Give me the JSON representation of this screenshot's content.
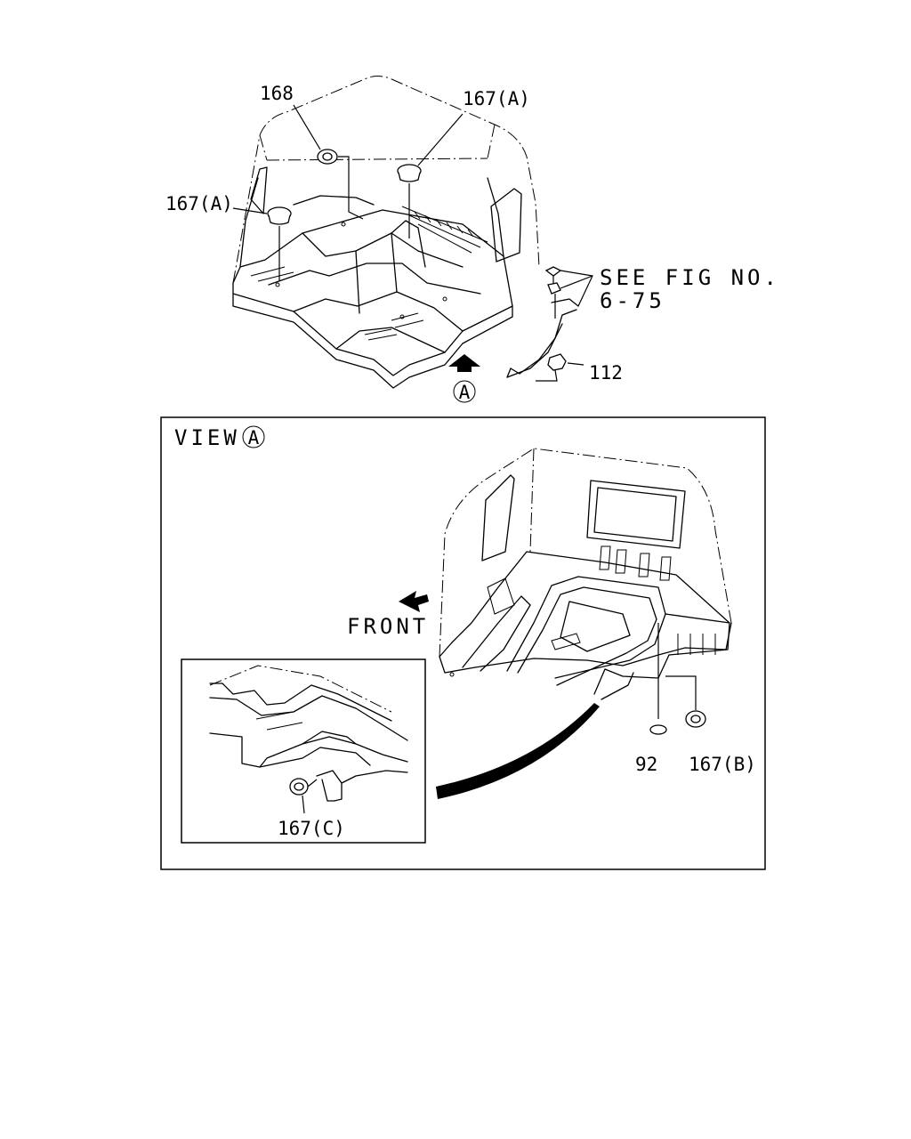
{
  "labels": {
    "p168": "168",
    "p167a_top": "167(A)",
    "p167a_left": "167(A)",
    "see_fig_line1": "SEE FIG NO.",
    "see_fig_line2": "6-75",
    "p112": "112",
    "view_marker": "A",
    "view_title": "VIEW",
    "view_title_marker": "A",
    "front": "FRONT",
    "p92": "92",
    "p167b": "167(B)",
    "p167c": "167(C)"
  }
}
